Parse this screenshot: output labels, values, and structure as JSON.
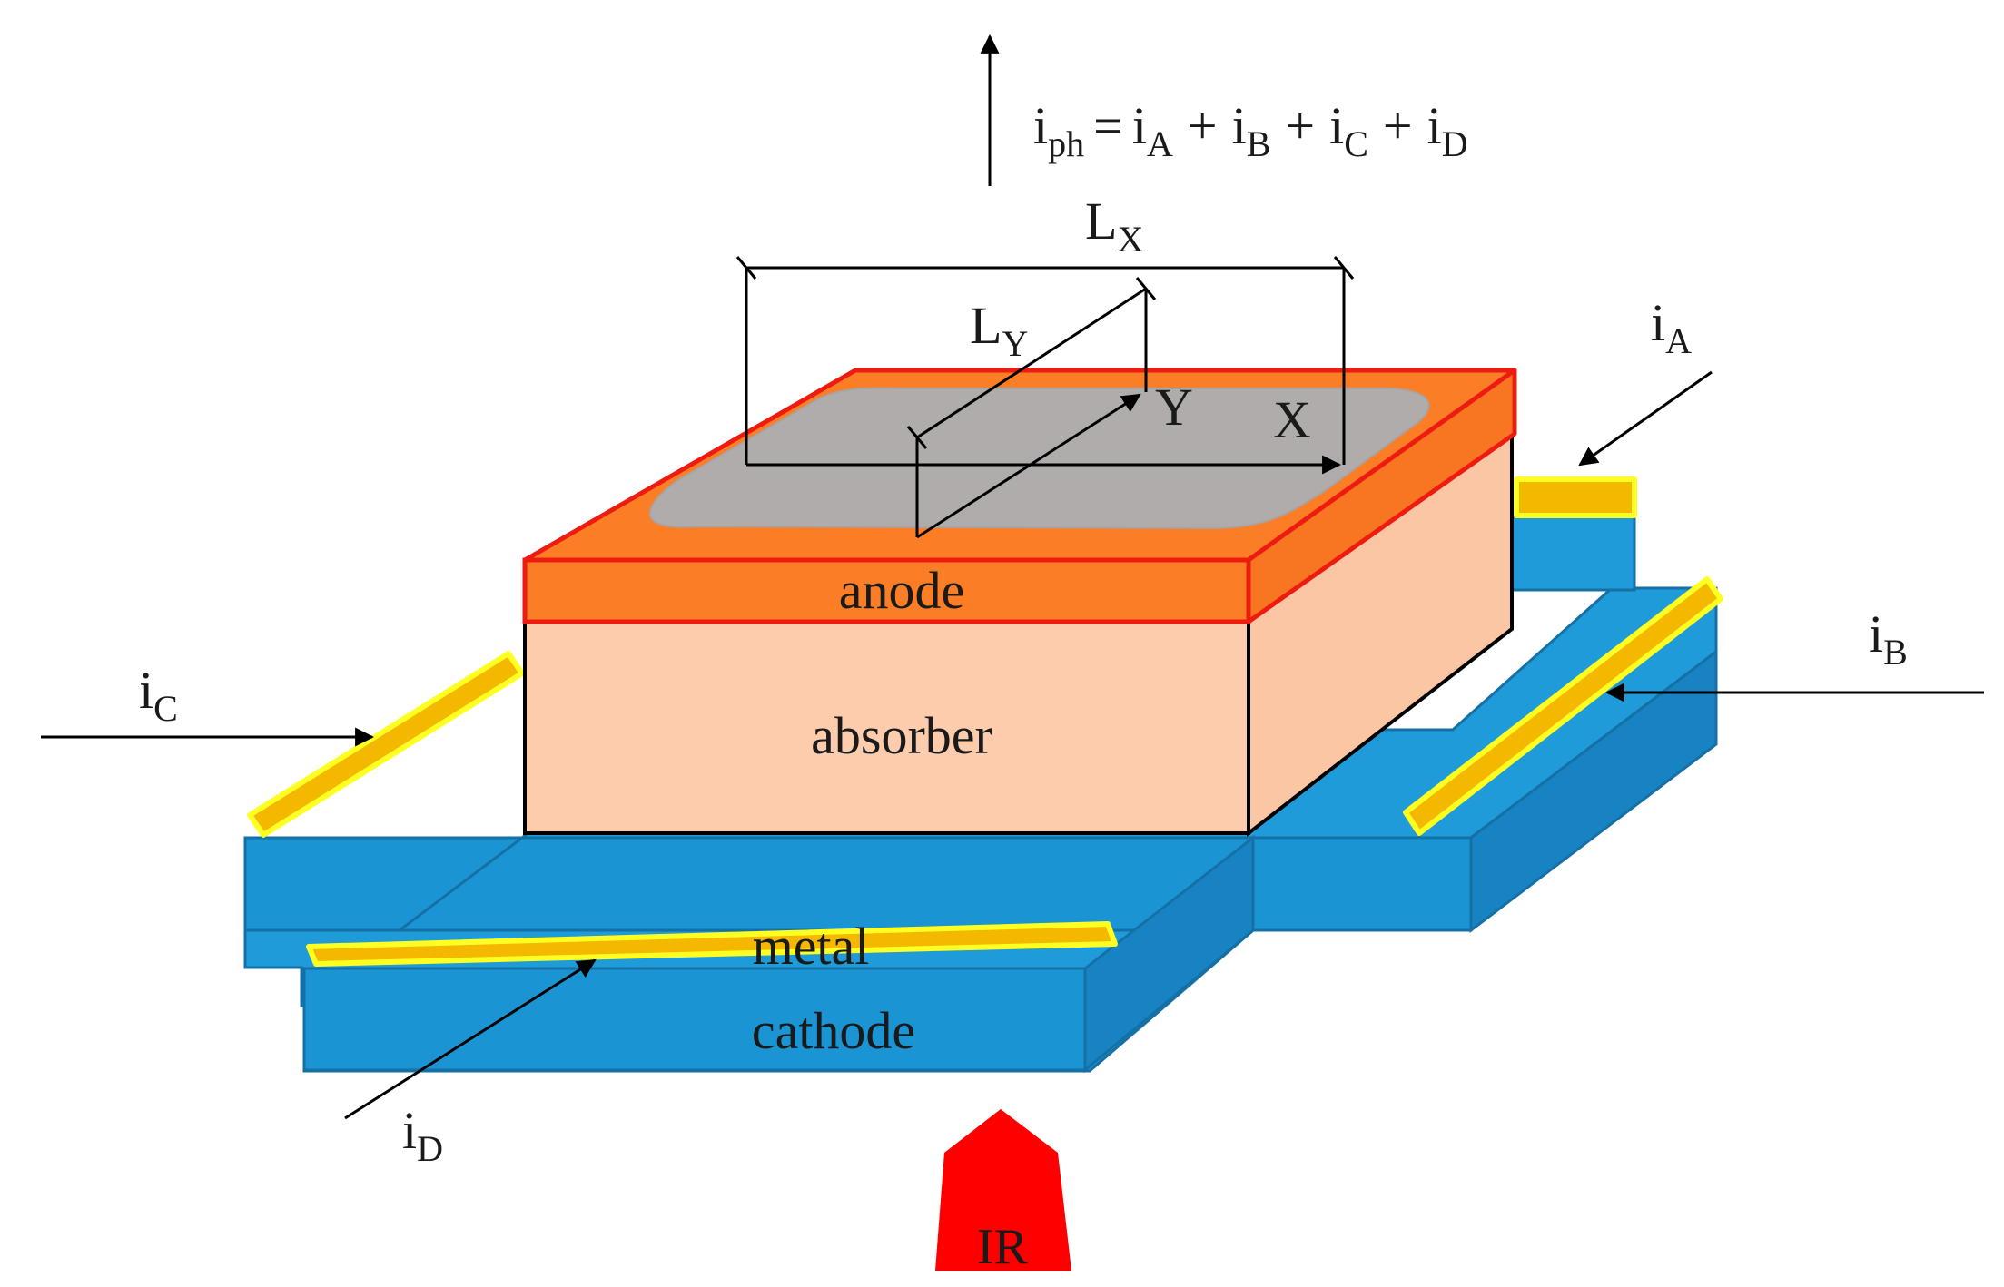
{
  "equation": {
    "lhs_main": "i",
    "lhs_sub": "ph",
    "equals": "=",
    "t1_main": "i",
    "t1_sub": "A",
    "plus1": "+",
    "t2_main": "i",
    "t2_sub": "B",
    "plus2": "+",
    "t3_main": "i",
    "t3_sub": "C",
    "plus3": "+",
    "t4_main": "i",
    "t4_sub": "D"
  },
  "dimensions": {
    "lx_main": "L",
    "lx_sub": "X",
    "ly_main": "L",
    "ly_sub": "Y",
    "axis_x": "X",
    "axis_y": "Y"
  },
  "layers": {
    "anode": "anode",
    "absorber": "absorber",
    "metal": "metal",
    "cathode": "cathode"
  },
  "currents": {
    "ia_main": "i",
    "ia_sub": "A",
    "ib_main": "i",
    "ib_sub": "B",
    "ic_main": "i",
    "ic_sub": "C",
    "id_main": "i",
    "id_sub": "D"
  },
  "illumination": {
    "label": "IR"
  },
  "colors": {
    "cathode_top": "#1e9bd8",
    "cathode_side": "#1a8ccc",
    "contact": "#f5b800",
    "contact_edge": "#ffff22",
    "absorber_front": "#fdccad",
    "absorber_side": "#fbc6a4",
    "anode": "#fb7d26",
    "anode_edge": "#ee1c10",
    "window": "#b0acab",
    "ir_arrow": "#ff0000"
  }
}
